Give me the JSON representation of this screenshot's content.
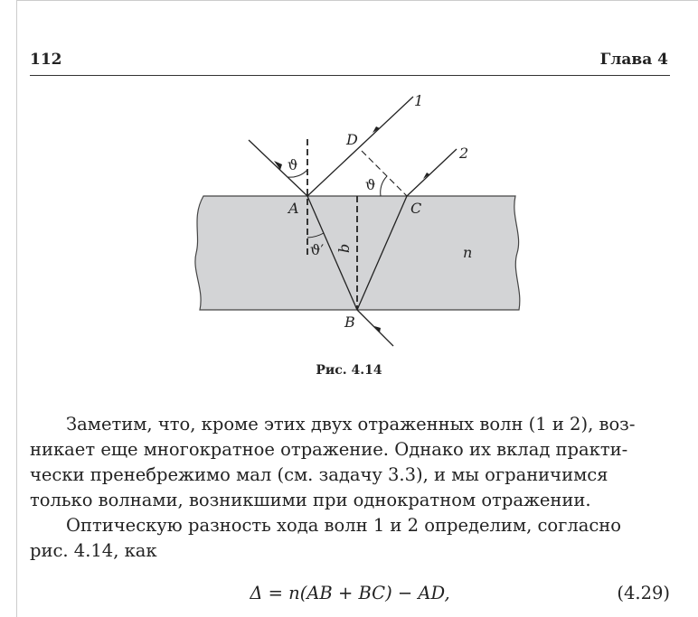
{
  "header": {
    "page_number": "112",
    "chapter": "Глава 4"
  },
  "figure": {
    "labels": {
      "ray1": "1",
      "ray2": "2",
      "D": "D",
      "A": "A",
      "C": "C",
      "B": "B",
      "theta": "ϑ",
      "theta2": "ϑ",
      "theta_prime": "ϑ′",
      "b": "b",
      "n": "n"
    },
    "caption": "Рис. 4.14"
  },
  "body": {
    "p1": [
      "Заметим, что, кроме этих двух отраженных волн (1 и 2), воз-",
      "никает еще многократное отражение. Однако их вклад практи-",
      "чески пренебрежимо мал (см. задачу 3.3), и мы ограничимся",
      "только волнами, возникшими при однократном отражении."
    ],
    "p2": [
      "Оптическую разность хода волн 1 и 2 определим, согласно",
      "рис. 4.14, как"
    ],
    "equation": "Δ = n(AB + BC) − AD,",
    "equation_number": "(4.29)"
  }
}
